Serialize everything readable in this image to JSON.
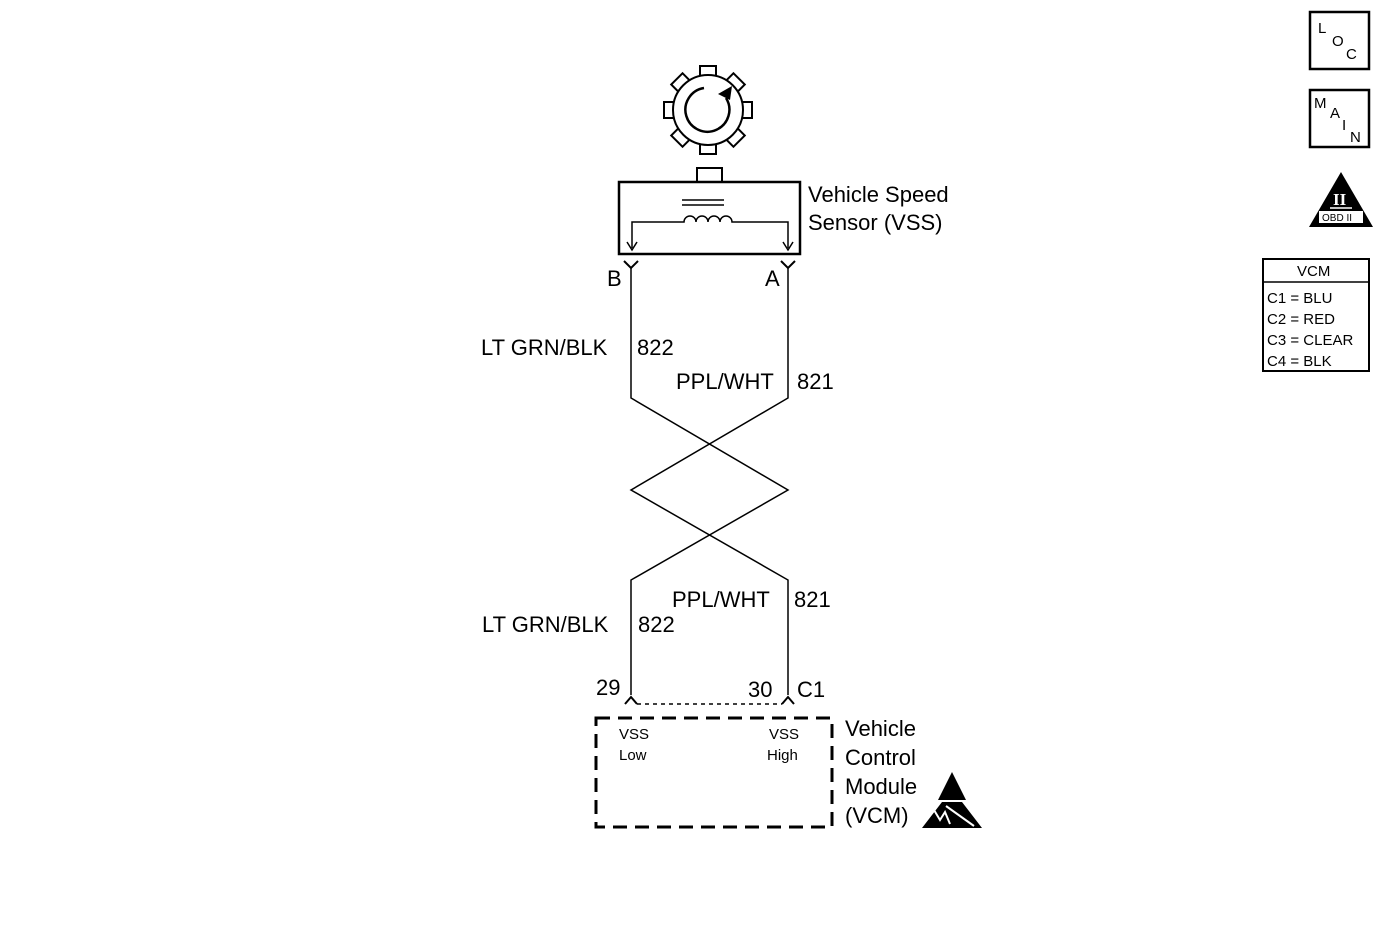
{
  "sensor": {
    "title_line1": "Vehicle Speed",
    "title_line2": "Sensor (VSS)",
    "pin_b": "B",
    "pin_a": "A"
  },
  "wires": {
    "low": {
      "color": "LT GRN/BLK",
      "circuit": "822"
    },
    "high": {
      "color": "PPL/WHT",
      "circuit": "821"
    }
  },
  "connector": {
    "pin_low": "29",
    "pin_high": "30",
    "name": "C1"
  },
  "module": {
    "line1": "Vehicle",
    "line2": "Control",
    "line3": "Module",
    "line4": "(VCM)",
    "vss_low_1": "VSS",
    "vss_low_2": "Low",
    "vss_high_1": "VSS",
    "vss_high_2": "High"
  },
  "nav": {
    "loc": [
      "L",
      "O",
      "C"
    ],
    "main": [
      "M",
      "A",
      "I",
      "N"
    ],
    "obd_numeral": "II",
    "obd_label": "OBD II"
  },
  "legend": {
    "title": "VCM",
    "rows": [
      "C1 = BLU",
      "C2 = RED",
      "C3 = CLEAR",
      "C4 = BLK"
    ]
  }
}
